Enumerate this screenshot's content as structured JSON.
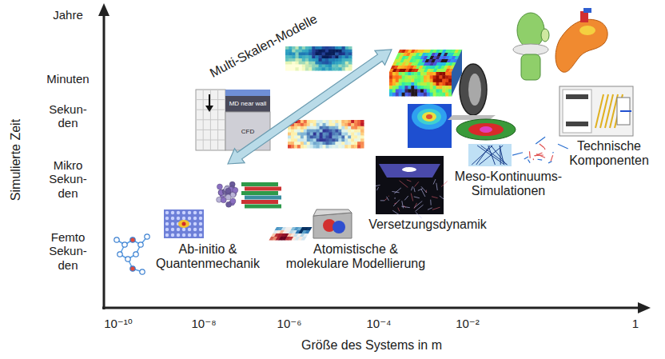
{
  "diagram": {
    "labels": [
      "Simulierte Zeit",
      "Jahre",
      "Minuten",
      "Sekun- den",
      "Mikro Sekun- den",
      "Femto Sekun- den",
      "10⁻¹⁰",
      "10⁻⁸",
      "10⁻⁶",
      "10⁻⁴",
      "10⁻²",
      "1",
      "Größe des Systems in m",
      "Multi-Skalen-Modelle",
      "MD near wall",
      "CFD",
      "Ab-initio & Quantenmechanik",
      "Atomistische & molekulare Modellierung",
      "Versetzungsdynamik",
      "Meso-Kontinuums- Simulationen",
      "Technische Komponenten"
    ]
  }
}
